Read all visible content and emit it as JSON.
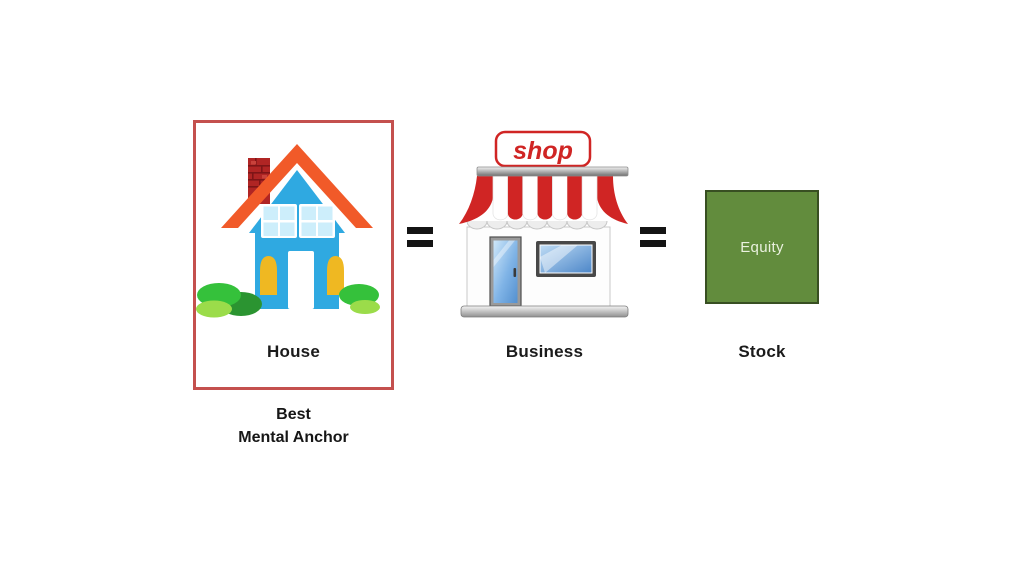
{
  "slide": {
    "background_color": "#ffffff"
  },
  "anchor_box": {
    "border_color": "#c4504e",
    "caption_line1": "Best",
    "caption_line2": "Mental Anchor"
  },
  "items": {
    "house": {
      "label": "House"
    },
    "business": {
      "label": "Business",
      "sign_text": "shop"
    },
    "stock": {
      "label": "Stock",
      "square_text": "Equity"
    }
  },
  "equals_symbol": "=",
  "icons": {
    "house-icon": "🏠",
    "shop-icon": "🏪",
    "equals-icon": "="
  },
  "colors": {
    "anchor_border_red": "#c4504e",
    "equity_fill_green": "#628c3d",
    "equity_border_green": "#384f22",
    "equity_text_color": "#eaf1df",
    "house_blue": "#2fa9e1",
    "roof_orange": "#f15a29",
    "chimney_red": "#b02524",
    "window_yellow": "#efb822",
    "bush_green": "#35c13b",
    "awning_red": "#d02524",
    "label_text": "#1b1b1b"
  }
}
